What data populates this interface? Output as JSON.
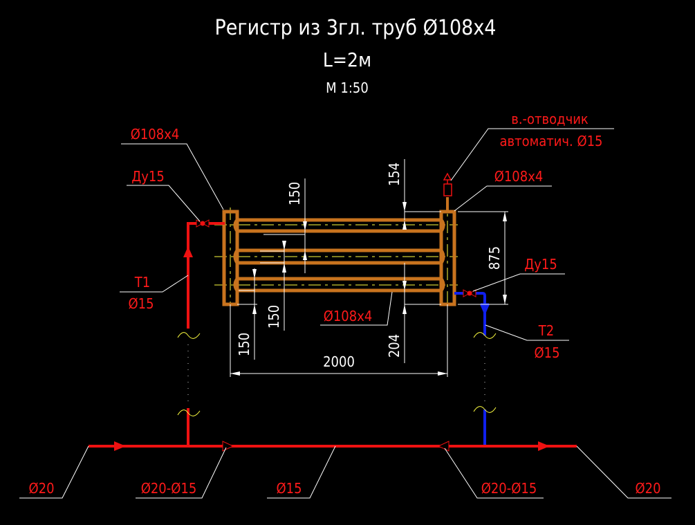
{
  "drawing": {
    "title": "Регистр из 3гл. труб Ø108x4",
    "length": "L=2м",
    "scale": "М 1:50"
  },
  "labels": {
    "pipe_top_left": "Ø108x4",
    "valve_left": "Ду15",
    "supply_name": "Т1",
    "supply_dia": "Ø15",
    "air_vent_line1": "в.-отводчик",
    "air_vent_line2": "автоматич. Ø15",
    "pipe_top_right": "Ø108x4",
    "valve_right": "Ду15",
    "return_name": "Т2",
    "return_dia": "Ø15",
    "pipe_bottom": "Ø108x4",
    "main_left": "Ø20",
    "reducer_left": "Ø20-Ø15",
    "main_middle": "Ø15",
    "reducer_right": "Ø20-Ø15",
    "main_right": "Ø20"
  },
  "dimensions": {
    "pitch_upper": "150",
    "pitch_lower": "150",
    "offset_bottom_left": "150",
    "top_clearance": "154",
    "bottom_clearance": "204",
    "height": "875",
    "length": "2000"
  },
  "colors": {
    "background": "#000000",
    "register_pipe": "#c8731e",
    "supply": "#ee1111",
    "return": "#1020ee",
    "label": "#ff1a1a",
    "axis": "#ffff40",
    "dimension": "#ffffff"
  }
}
